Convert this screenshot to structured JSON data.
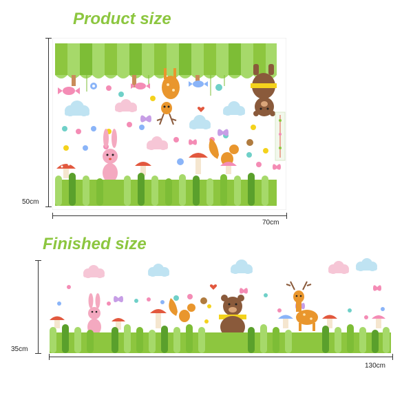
{
  "headings": {
    "product": "Product size",
    "finished": "Finished size"
  },
  "product_dims": {
    "height": "50cm",
    "width": "70cm"
  },
  "finished_dims": {
    "height": "35cm",
    "width": "130cm"
  },
  "colors": {
    "heading_green": "#8cc63f",
    "grass_light": "#8dc63f",
    "grass_dark": "#5aa02c",
    "tree_light": "#a6d96a",
    "cloud_blue": "#bfe3f2",
    "cloud_pink": "#f6c6d6",
    "mushroom_red": "#e2583e",
    "rabbit_pink": "#f4a9c0",
    "deer_orange": "#e9962d",
    "bear_brown": "#8a5a3b",
    "scarf_yellow": "#f4d21c"
  },
  "icons": {
    "rabbit": "rabbit-icon",
    "deer": "deer-icon",
    "bear": "bear-icon",
    "squirrel": "squirrel-icon",
    "butterfly": "butterfly-icon",
    "mushroom": "mushroom-icon",
    "cloud": "cloud-icon",
    "flower": "flower-icon",
    "candy": "candy-icon",
    "growth_chart": "height-chart-icon"
  }
}
